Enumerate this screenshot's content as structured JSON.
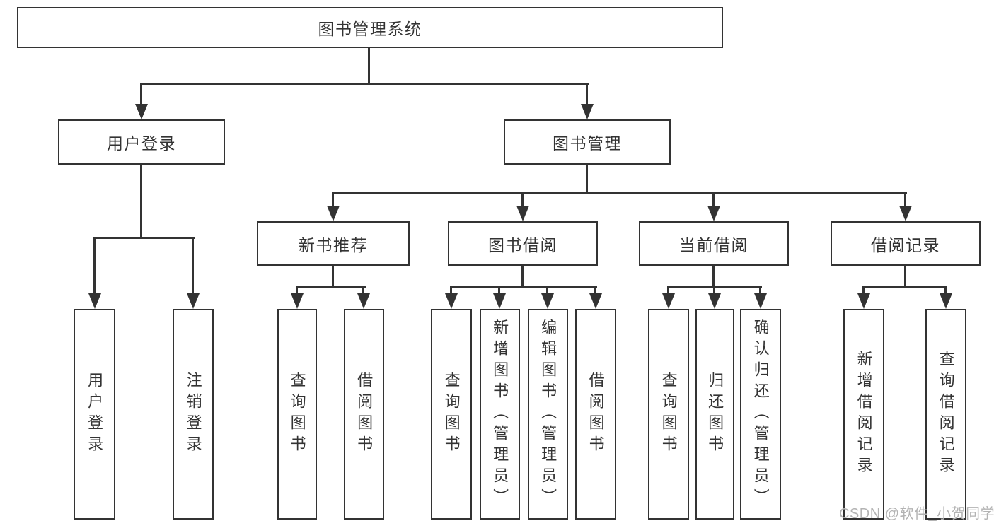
{
  "tree": {
    "label": "图书管理系统",
    "children": [
      {
        "label": "用户登录",
        "children": [
          {
            "label": "用户登录"
          },
          {
            "label": "注销登录"
          }
        ]
      },
      {
        "label": "图书管理",
        "children": [
          {
            "label": "新书推荐",
            "children": [
              {
                "label": "查询图书"
              },
              {
                "label": "借阅图书"
              }
            ]
          },
          {
            "label": "图书借阅",
            "children": [
              {
                "label": "查询图书"
              },
              {
                "label": "新增图书（管理员）"
              },
              {
                "label": "编辑图书（管理员）"
              },
              {
                "label": "借阅图书"
              }
            ]
          },
          {
            "label": "当前借阅",
            "children": [
              {
                "label": "查询图书"
              },
              {
                "label": "归还图书"
              },
              {
                "label": "确认归还（管理员）"
              }
            ]
          },
          {
            "label": "借阅记录",
            "children": [
              {
                "label": "新增借阅记录"
              },
              {
                "label": "查询借阅记录"
              }
            ]
          }
        ]
      }
    ]
  },
  "watermark": {
    "text": "CSDN @软件_小贺同学"
  },
  "colors": {
    "line": "#333333",
    "text": "#333333",
    "background": "#ffffff",
    "watermark": "#b3b3b3"
  }
}
